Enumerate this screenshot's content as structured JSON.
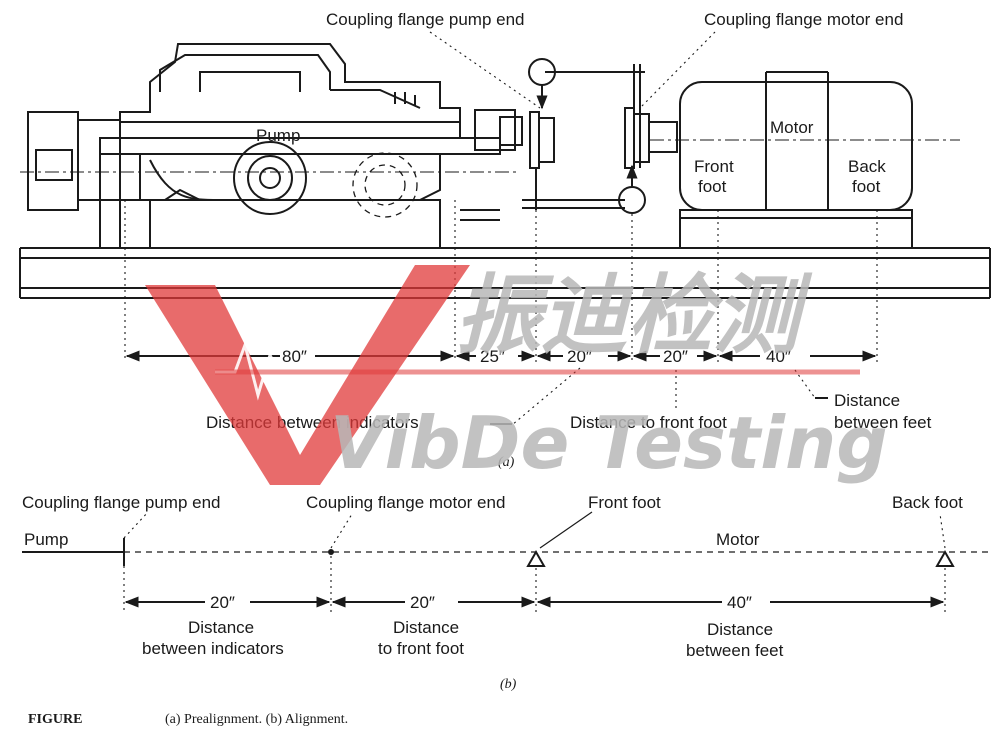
{
  "part_a": {
    "labels": {
      "coupling_pump_end": "Coupling flange pump end",
      "coupling_motor_end": "Coupling flange motor end",
      "pump": "Pump",
      "motor": "Motor",
      "front_foot": [
        "Front",
        "foot"
      ],
      "back_foot": [
        "Back",
        "foot"
      ],
      "distance_between_indicators": "Distance between indicators",
      "distance_to_front_foot": "Distance to front foot",
      "distance_between_feet": [
        "Distance",
        "between feet"
      ]
    },
    "dimensions": [
      "80″",
      "25″",
      "20″",
      "20″",
      "40″"
    ],
    "caption": "(a)"
  },
  "part_b": {
    "labels": {
      "coupling_pump_end": "Coupling flange pump end",
      "coupling_motor_end": "Coupling flange motor end",
      "front_foot": "Front foot",
      "back_foot": "Back foot",
      "pump": "Pump",
      "motor": "Motor"
    },
    "dimensions": [
      "20″",
      "20″",
      "40″"
    ],
    "dimension_labels": [
      [
        "Distance",
        "between indicators"
      ],
      [
        "Distance",
        "to front foot"
      ],
      [
        "Distance",
        "between feet"
      ]
    ],
    "caption": "(b)"
  },
  "figure_caption": {
    "label": "FIGURE",
    "text": "(a) Prealignment. (b) Alignment."
  },
  "watermark": {
    "cn_text": "振迪检测",
    "en_text": "VibDe Testing",
    "color": "#e03a3a"
  }
}
